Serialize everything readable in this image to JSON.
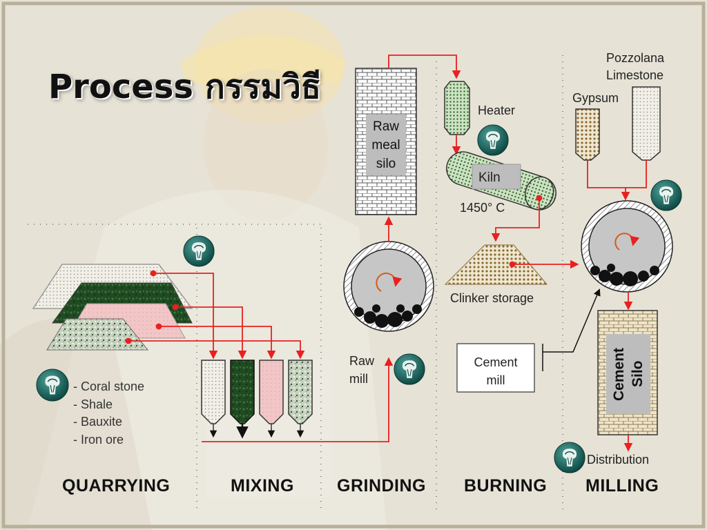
{
  "slide": {
    "title": "Process กรรมวิธี"
  },
  "quarrying": {
    "materials": [
      "- Coral stone",
      "- Shale",
      "- Bauxite",
      "- Iron ore"
    ]
  },
  "labels": {
    "raw_meal_silo": "Raw meal silo",
    "raw_mill": "Raw mill",
    "heater": "Heater",
    "kiln": "Kiln",
    "kiln_temp": "1450° C",
    "clinker_storage": "Clinker storage",
    "cement_mill": "Cement mill",
    "gypsum": "Gypsum",
    "pozzolana_limestone": "Pozzolana Limestone",
    "cement_silo": "Cement Silo",
    "distribution": "Distribution"
  },
  "stages": [
    "QUARRYING",
    "MIXING",
    "GRINDING",
    "BURNING",
    "MILLING"
  ],
  "colors": {
    "flow_line": "#e82020",
    "silo_fill": "#bdbdbd",
    "dark_green": "#1f4a22",
    "pink": "#f2c6c6",
    "clinker": "#b08e55"
  },
  "icons": [
    "tree-emblem-icon"
  ]
}
